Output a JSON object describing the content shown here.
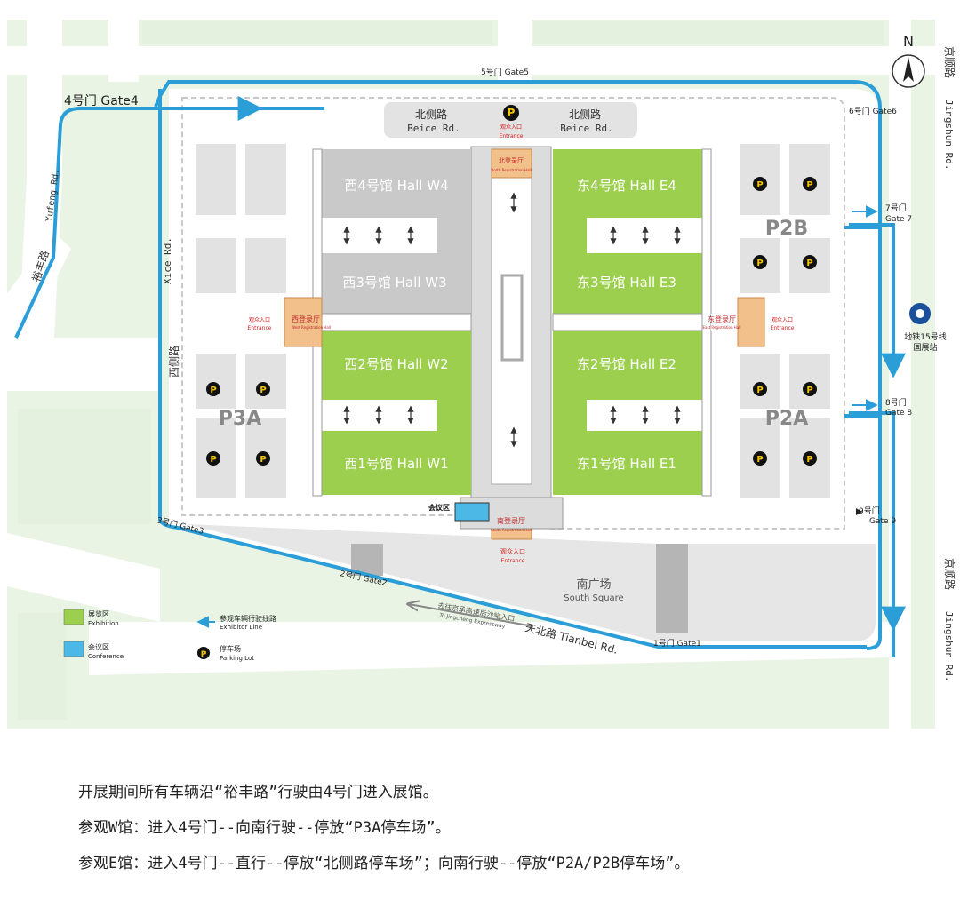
{
  "colors": {
    "exhibition": "#9ccf4e",
    "conference": "#4cb8e6",
    "grey_hall": "#c9c9c9",
    "road_line": "#2b9ed8",
    "green_bg": "#e9f4e4",
    "registration": "#f2c08a",
    "entrance_text": "#d6201f"
  },
  "north": "N",
  "roads": {
    "beice_cn": "北侧路",
    "beice_en": "Beice Rd.",
    "xice_cn": "西侧路",
    "xice_en": "Xice Rd.",
    "yufeng_cn": "裕丰路",
    "yufeng_en": "Yufeng Rd.",
    "jingshun_cn": "京顺路",
    "jingshun_en": "Jingshun Rd.",
    "tianbei": "天北路 Tianbei Rd.",
    "expressway_cn": "去往京承高速后沙峪入口",
    "expressway_en": "To Jingcheng Expressway"
  },
  "gates": {
    "gate1": "1号门 Gate1",
    "gate2": "2号门 Gate2",
    "gate3": "3号门 Gate3",
    "gate4": "4号门 Gate4",
    "gate5": "5号门 Gate5",
    "gate6": "6号门 Gate6",
    "gate7_cn": "7号门",
    "gate7_en": "Gate 7",
    "gate8_cn": "8号门",
    "gate8_en": "Gate 8",
    "gate9_cn": "9号门",
    "gate9_en": "Gate 9"
  },
  "halls": {
    "w4": "西4号馆 Hall W4",
    "w3": "西3号馆 Hall W3",
    "w2": "西2号馆 Hall W2",
    "w1": "西1号馆 Hall W1",
    "e4": "东4号馆 Hall E4",
    "e3": "东3号馆 Hall E3",
    "e2": "东2号馆 Hall E2",
    "e1": "东1号馆 Hall E1"
  },
  "registration": {
    "north": "北登录厅",
    "north_en": "North Registration Hall",
    "south": "南登录厅",
    "south_en": "South Registration Hall",
    "west": "西登录厅",
    "west_en": "West Registration Hall",
    "east": "东登录厅",
    "east_en": "East Registration Hall"
  },
  "entrance_cn": "观众入口",
  "entrance_en": "Entrance",
  "parking": {
    "symbol": "P",
    "p2b": "P2B",
    "p2a": "P2A",
    "p3a": "P3A"
  },
  "conference_area": "会议区",
  "south_square_cn": "南广场",
  "south_square_en": "South Square",
  "metro": {
    "line1": "地铁15号线",
    "line2": "国展站"
  },
  "legend": {
    "exhibition_cn": "展览区",
    "exhibition_en": "Exhibition",
    "conference_cn": "会议区",
    "conference_en": "Conference",
    "route_cn": "参观车辆行驶线路",
    "route_en": "Exhibitor Line",
    "parking_cn": "停车场",
    "parking_en": "Parking Lot"
  },
  "notes": [
    "开展期间所有车辆沿“裕丰路”行驶由4号门进入展馆。",
    "参观W馆：进入4号门--向南行驶--停放“P3A停车场”。",
    "参观E馆：进入4号门--直行--停放“北侧路停车场”；向南行驶--停放“P2A/P2B停车场”。"
  ]
}
